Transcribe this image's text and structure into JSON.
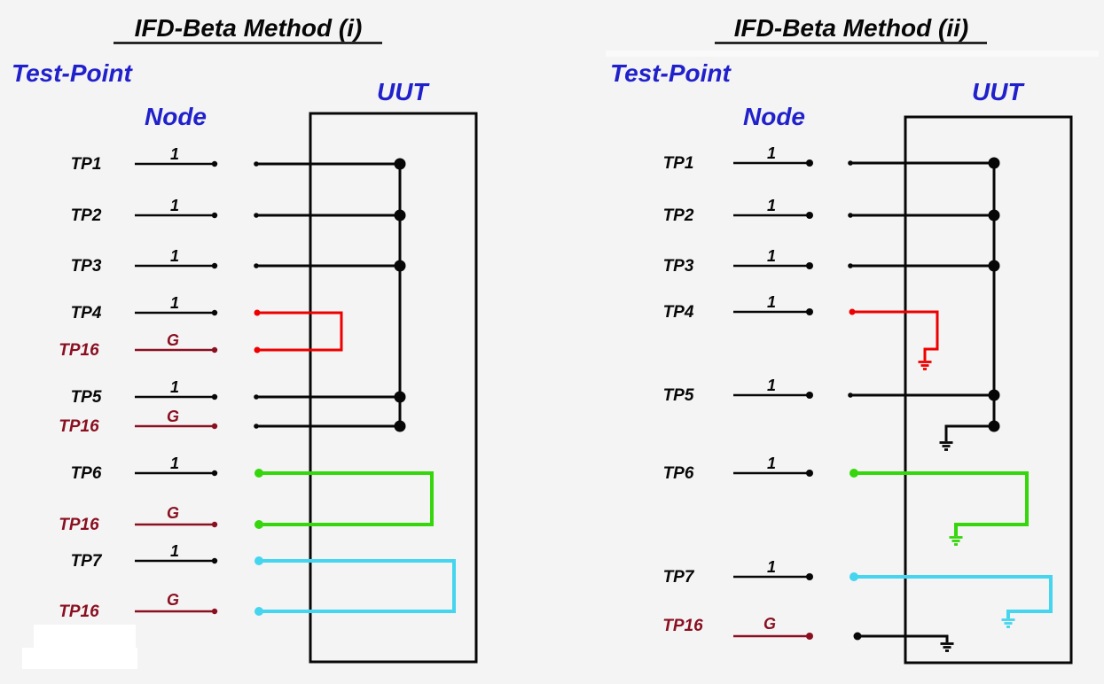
{
  "colors": {
    "bg": "#f4f4f5",
    "ink": "#070707",
    "blue": "#2121cc",
    "darkred": "#8a1020",
    "red": "#ee0000",
    "green": "#35d60b",
    "cyan": "#45d5ee"
  },
  "left": {
    "title": "IFD-Beta Method (i)",
    "header": {
      "test_point": "Test-Point",
      "node": "Node",
      "uut": "UUT"
    },
    "rows": [
      {
        "label": "TP1",
        "node": "1"
      },
      {
        "label": "TP2",
        "node": "1"
      },
      {
        "label": "TP3",
        "node": "1"
      },
      {
        "label": "TP4",
        "node": "1"
      },
      {
        "label": "TP16",
        "node": "G"
      },
      {
        "label": "TP5",
        "node": "1"
      },
      {
        "label": "TP16",
        "node": "G"
      },
      {
        "label": "TP6",
        "node": "1"
      },
      {
        "label": "TP16",
        "node": "G"
      },
      {
        "label": "TP7",
        "node": "1"
      },
      {
        "label": "TP16",
        "node": "G"
      }
    ]
  },
  "right": {
    "title": "IFD-Beta Method (ii)",
    "header": {
      "test_point": "Test-Point",
      "node": "Node",
      "uut": "UUT"
    },
    "rows": [
      {
        "label": "TP1",
        "node": "1"
      },
      {
        "label": "TP2",
        "node": "1"
      },
      {
        "label": "TP3",
        "node": "1"
      },
      {
        "label": "TP4",
        "node": "1"
      },
      {
        "label": "TP5",
        "node": "1"
      },
      {
        "label": "TP6",
        "node": "1"
      },
      {
        "label": "TP7",
        "node": "1"
      },
      {
        "label": "TP16",
        "node": "G"
      }
    ]
  }
}
